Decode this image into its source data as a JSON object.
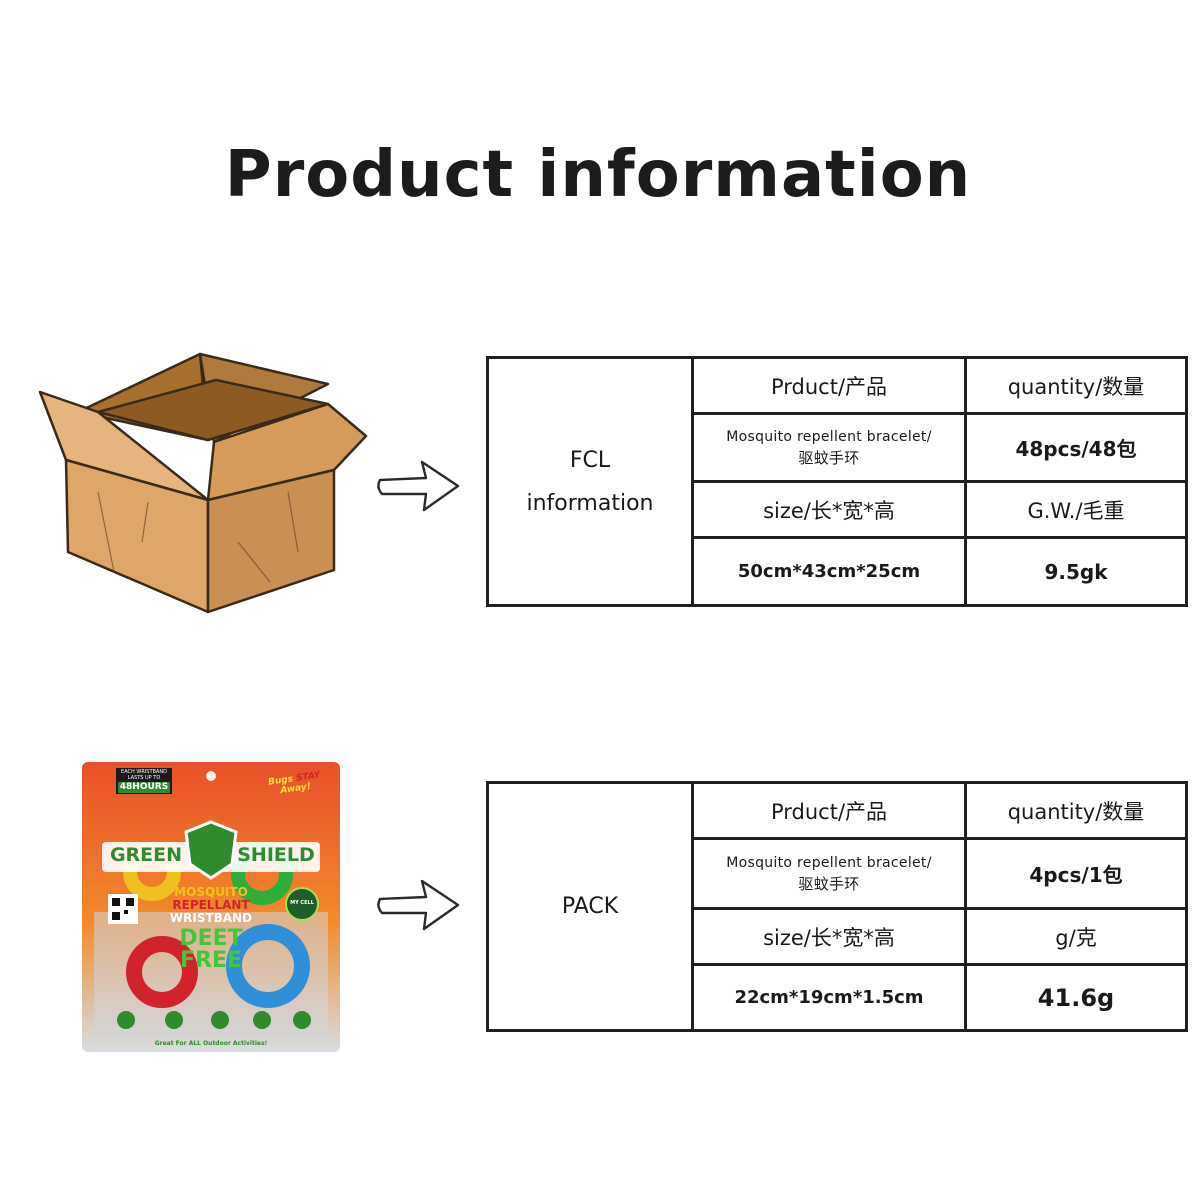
{
  "page_title": "Product information",
  "fcl": {
    "label_line1": "FCL",
    "label_line2": "information",
    "product_header": "Prduct/产品",
    "quantity_header": "quantity/数量",
    "product_line1": "Mosquito repellent bracelet/",
    "product_line2": "驱蚊手环",
    "quantity_value": "48pcs/48包",
    "size_header": "size/长*宽*高",
    "weight_header": "G.W./毛重",
    "size_value": "50cm*43cm*25cm",
    "weight_value": "9.5gk"
  },
  "pack": {
    "label": "PACK",
    "product_header": "Prduct/产品",
    "quantity_header": "quantity/数量",
    "product_line1": "Mosquito repellent bracelet/",
    "product_line2": "驱蚊手环",
    "quantity_value": "4pcs/1包",
    "size_header": "size/长*宽*高",
    "weight_header": "g/克",
    "size_value": "22cm*19cm*1.5cm",
    "weight_value": "41.6g"
  },
  "packaging_art": {
    "top_badge_line1": "EACH WRISTBAND",
    "top_badge_line2": "LASTS UP TO",
    "top_badge_hours": "48HOURS",
    "bugs_line1": "Bugs",
    "bugs_stay": "STAY",
    "bugs_line2": "Away!",
    "brand_left": "GREEN",
    "brand_right": "SHIELD",
    "product_line1": "MOSQUITO",
    "product_line2": "REPELLANT",
    "product_line3": "WRISTBAND",
    "claim_line1": "DEET",
    "claim_line2": "FREE",
    "seal": "MY CELL",
    "footer": "Great For ALL Outdoor Activities!"
  },
  "colors": {
    "box_front": "#dfa669",
    "box_side": "#c98f53",
    "pack_orange": "#e8502a",
    "pack_green": "#2e8b2e"
  }
}
